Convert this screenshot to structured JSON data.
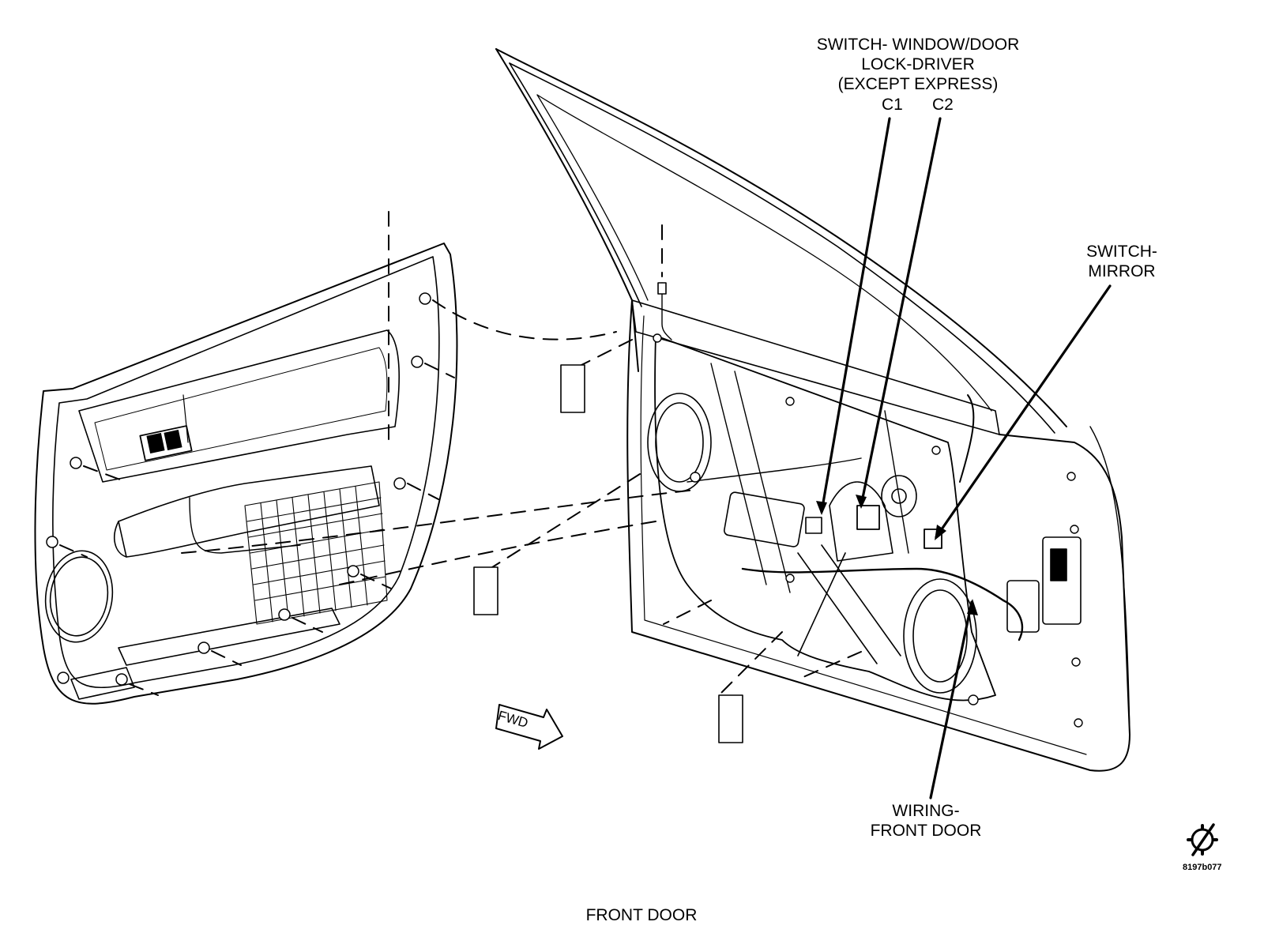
{
  "labels": {
    "switch_window_door": [
      "SWITCH- WINDOW/DOOR",
      "LOCK-DRIVER",
      "(EXCEPT EXPRESS)"
    ],
    "c1": "C1",
    "c2": "C2",
    "switch_mirror": [
      "SWITCH-",
      "MIRROR"
    ],
    "wiring_front_door": [
      "WIRING-",
      "FRONT DOOR"
    ],
    "fwd": "FWD",
    "caption": "FRONT DOOR",
    "figure_code": "8197b077"
  },
  "icons": {
    "fwd_arrow": "fwd-arrow-icon",
    "service_symbol": "crossed-gear-icon"
  },
  "colors": {
    "line": "#000000",
    "background": "#ffffff"
  }
}
